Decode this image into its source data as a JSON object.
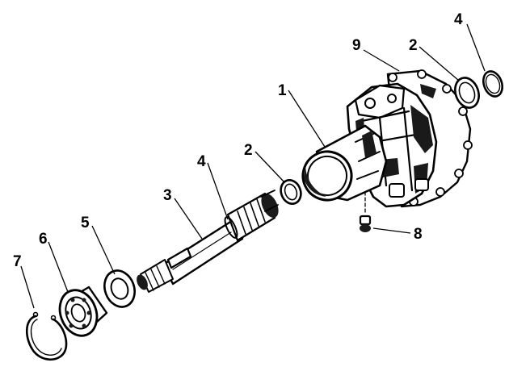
{
  "callouts": {
    "c1": "1",
    "c2a": "2",
    "c2b": "2",
    "c3": "3",
    "c4a": "4",
    "c4b": "4",
    "c5": "5",
    "c6": "6",
    "c7": "7",
    "c8": "8",
    "c9": "9"
  }
}
